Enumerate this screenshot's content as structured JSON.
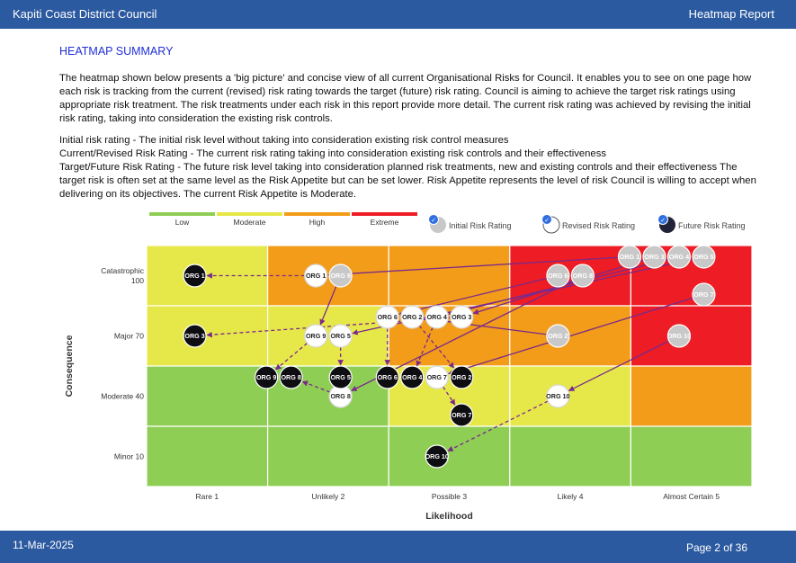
{
  "header": {
    "council": "Kapiti Coast District Council",
    "report": "Heatmap Report"
  },
  "footer": {
    "date": "11-Mar-2025",
    "page": "Page 2 of  36"
  },
  "summary": {
    "title": "HEATMAP SUMMARY",
    "intro": "The heatmap shown below presents a 'big picture' and concise view of all current Organisational Risks for Council. It enables you to see on one page how each risk is tracking from the current (revised) risk rating towards the target (future) risk rating. Council is aiming to achieve the target risk ratings using appropriate risk treatment. The risk treatments under each risk in this report provide more detail. The current risk rating was achieved by revising the initial risk rating, taking into consideration the existing risk controls.",
    "initial": "Initial risk rating - The initial risk level without taking into consideration existing risk control measures",
    "current": "Current/Revised Risk Rating - The current risk rating taking into consideration existing risk controls and their effectiveness",
    "target": "Target/Future Risk Rating - The future risk level taking into consideration planned risk treatments, new and existing controls and their effectiveness The target risk is often set at the same level as the Risk Appetite but can be set lower. Risk Appetite represents the level of risk Council is willing to accept when delivering on its objectives. The current Risk Appetite is Moderate."
  },
  "heatmap": {
    "scale_legend": [
      {
        "label": "Low",
        "color": "#8fce55"
      },
      {
        "label": "Moderate",
        "color": "#e6e84a"
      },
      {
        "label": "High",
        "color": "#f39c1a"
      },
      {
        "label": "Extreme",
        "color": "#ee1c24"
      }
    ],
    "marker_legend": [
      {
        "label": "Initial Risk Rating",
        "style": "initial"
      },
      {
        "label": "Revised Risk Rating",
        "style": "revised"
      },
      {
        "label": "Future Risk Rating",
        "style": "future"
      }
    ],
    "check_glyph": "✓",
    "x_axis_title": "Likelihood",
    "y_axis_title": "Consequence",
    "likelihood": [
      "Rare 1",
      "Unlikely 2",
      "Possible 3",
      "Likely 4",
      "Almost Certain 5"
    ],
    "consequence": [
      {
        "lines": [
          "Catastrophic",
          "100"
        ]
      },
      {
        "lines": [
          "Major 70"
        ]
      },
      {
        "lines": [
          "Moderate 40"
        ]
      },
      {
        "lines": [
          "Minor 10"
        ]
      }
    ],
    "colors": {
      "low": "#8fce55",
      "moderate": "#e6e84a",
      "high": "#f39c1a",
      "extreme": "#ee1c24",
      "arrow": "#7a2a8a"
    },
    "cells": [
      [
        "moderate",
        "high",
        "high",
        "extreme",
        "extreme"
      ],
      [
        "moderate",
        "moderate",
        "high",
        "high",
        "extreme"
      ],
      [
        "low",
        "low",
        "moderate",
        "moderate",
        "high"
      ],
      [
        "low",
        "low",
        "low",
        "low",
        "low"
      ]
    ],
    "markers": [
      {
        "id": "i1",
        "label": "ORG 1",
        "type": "initial",
        "col": 5,
        "row": 1,
        "slot": 0
      },
      {
        "id": "i3",
        "label": "ORG 3",
        "type": "initial",
        "col": 5,
        "row": 1,
        "slot": 1
      },
      {
        "id": "i4",
        "label": "ORG 4",
        "type": "initial",
        "col": 5,
        "row": 1,
        "slot": 2
      },
      {
        "id": "i5",
        "label": "ORG 5",
        "type": "initial",
        "col": 5,
        "row": 1,
        "slot": 3
      },
      {
        "id": "i7",
        "label": "ORG 7",
        "type": "initial",
        "col": 5,
        "row": 1,
        "slot": 6
      },
      {
        "id": "i6",
        "label": "ORG 6",
        "type": "initial",
        "col": 4,
        "row": 1,
        "slot": 4
      },
      {
        "id": "i8",
        "label": "ORG 8",
        "type": "initial",
        "col": 4,
        "row": 1,
        "slot": 5
      },
      {
        "id": "i9",
        "label": "ORG 9",
        "type": "initial",
        "col": 2,
        "row": 1,
        "slot": 5
      },
      {
        "id": "i2",
        "label": "ORG 2",
        "type": "initial",
        "col": 4,
        "row": 2,
        "slot": 4
      },
      {
        "id": "i10",
        "label": "ORG 10",
        "type": "initial",
        "col": 5,
        "row": 2,
        "slot": 4
      },
      {
        "id": "r1",
        "label": "ORG 1",
        "type": "revised",
        "col": 2,
        "row": 1,
        "slot": 4
      },
      {
        "id": "r9",
        "label": "ORG 9",
        "type": "revised",
        "col": 2,
        "row": 2,
        "slot": 4
      },
      {
        "id": "r5",
        "label": "ORG 5",
        "type": "revised",
        "col": 2,
        "row": 2,
        "slot": 5
      },
      {
        "id": "r8",
        "label": "ORG 8",
        "type": "revised",
        "col": 2,
        "row": 3,
        "slot": 5
      },
      {
        "id": "r6",
        "label": "ORG 6",
        "type": "revised",
        "col": 3,
        "row": 2,
        "slot": 0
      },
      {
        "id": "r2",
        "label": "ORG 2",
        "type": "revised",
        "col": 3,
        "row": 2,
        "slot": 1
      },
      {
        "id": "r4",
        "label": "ORG 4",
        "type": "revised",
        "col": 3,
        "row": 2,
        "slot": 2
      },
      {
        "id": "r3",
        "label": "ORG 3",
        "type": "revised",
        "col": 3,
        "row": 2,
        "slot": 3
      },
      {
        "id": "r7",
        "label": "ORG 7",
        "type": "revised",
        "col": 3,
        "row": 3,
        "slot": 2
      },
      {
        "id": "r10",
        "label": "ORG 10",
        "type": "revised",
        "col": 4,
        "row": 3,
        "slot": 4
      },
      {
        "id": "f1",
        "label": "ORG 1",
        "type": "future",
        "col": 1,
        "row": 1,
        "slot": 4
      },
      {
        "id": "f3",
        "label": "ORG 3",
        "type": "future",
        "col": 1,
        "row": 2,
        "slot": 4
      },
      {
        "id": "f9",
        "label": "ORG 9",
        "type": "future",
        "col": 2,
        "row": 3,
        "slot": 0
      },
      {
        "id": "f8",
        "label": "ORG 8",
        "type": "future",
        "col": 2,
        "row": 3,
        "slot": 1
      },
      {
        "id": "f5",
        "label": "ORG 5",
        "type": "future",
        "col": 2,
        "row": 3,
        "slot": 3
      },
      {
        "id": "f6",
        "label": "ORG 6",
        "type": "future",
        "col": 3,
        "row": 3,
        "slot": 0
      },
      {
        "id": "f4",
        "label": "ORG 4",
        "type": "future",
        "col": 3,
        "row": 3,
        "slot": 1
      },
      {
        "id": "f2",
        "label": "ORG 2",
        "type": "future",
        "col": 3,
        "row": 3,
        "slot": 3
      },
      {
        "id": "f7",
        "label": "ORG 7",
        "type": "future",
        "col": 3,
        "row": 3,
        "slot": 6
      },
      {
        "id": "f10",
        "label": "ORG 10",
        "type": "future",
        "col": 3,
        "row": 4,
        "slot": 4
      }
    ],
    "arrows": [
      [
        "i1",
        "r1"
      ],
      [
        "r1",
        "f1"
      ],
      [
        "i3",
        "r3"
      ],
      [
        "r3",
        "f3"
      ],
      [
        "i4",
        "r4"
      ],
      [
        "r4",
        "f4"
      ],
      [
        "i5",
        "r5"
      ],
      [
        "r5",
        "f5"
      ],
      [
        "i6",
        "r6"
      ],
      [
        "r6",
        "f6"
      ],
      [
        "i7",
        "r7"
      ],
      [
        "r7",
        "f7"
      ],
      [
        "i8",
        "r8"
      ],
      [
        "r8",
        "f8"
      ],
      [
        "i9",
        "r9"
      ],
      [
        "r9",
        "f9"
      ],
      [
        "i2",
        "r2"
      ],
      [
        "r2",
        "f2"
      ],
      [
        "i10",
        "r10"
      ],
      [
        "r10",
        "f10"
      ]
    ]
  }
}
